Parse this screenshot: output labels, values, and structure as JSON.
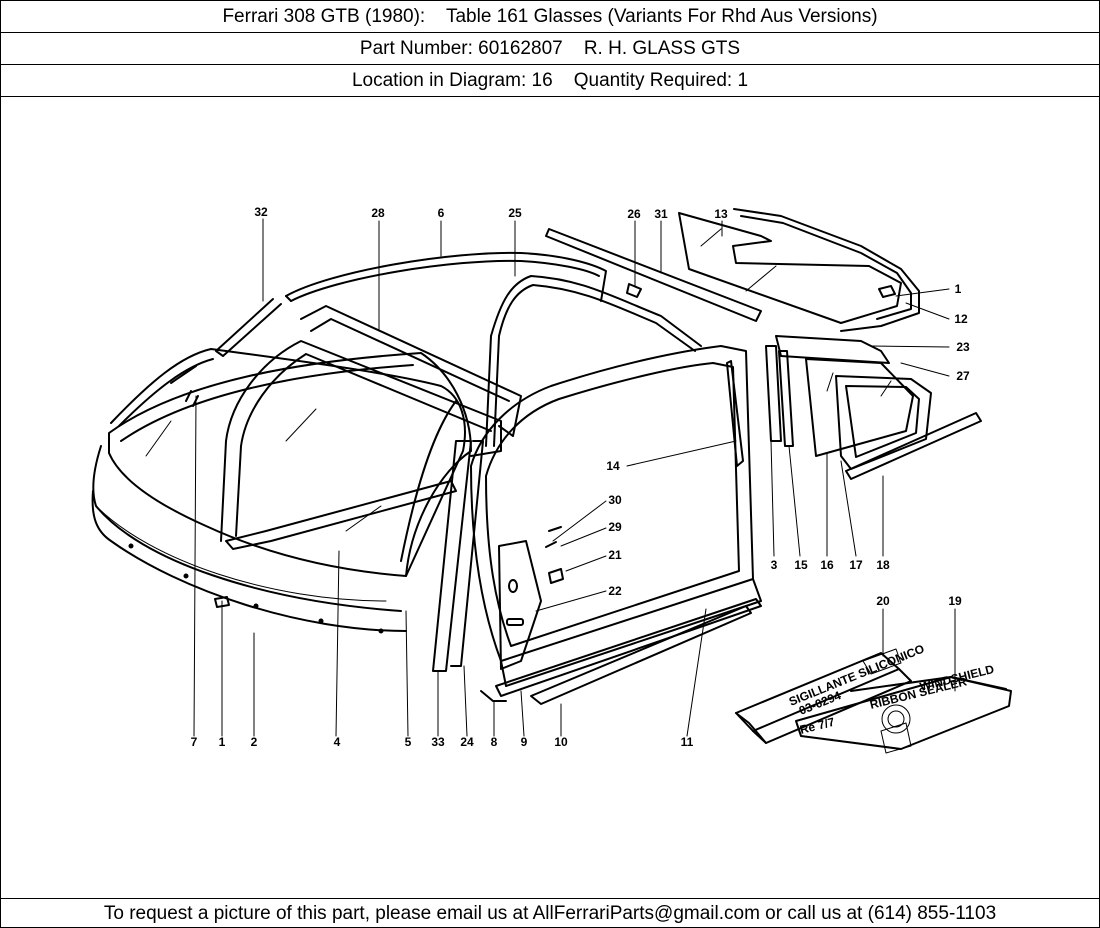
{
  "header": {
    "title": "Ferrari 308 GTB (1980):    Table 161 Glasses (Variants For Rhd Aus Versions)",
    "part_line": "Part Number: 60162807    R. H. GLASS GTS",
    "location_line": "Location in Diagram: 16    Quantity Required: 1"
  },
  "callouts": [
    "32",
    "28",
    "6",
    "25",
    "26",
    "31",
    "13",
    "1",
    "12",
    "23",
    "27",
    "14",
    "30",
    "29",
    "21",
    "22",
    "3",
    "15",
    "16",
    "17",
    "18",
    "20",
    "19",
    "7",
    "1",
    "2",
    "4",
    "5",
    "33",
    "24",
    "8",
    "9",
    "10",
    "11"
  ],
  "package_text": {
    "tube_label": "SIGILLANTE SILICONICO",
    "tube_code": "03-0294",
    "box_label": "RIBBON SEALER",
    "box_top": "WINDSHIELD"
  },
  "footer": {
    "text": "To request a picture of this part, please email us at AllFerrariParts@gmail.com or call us at (614) 855-1103"
  }
}
